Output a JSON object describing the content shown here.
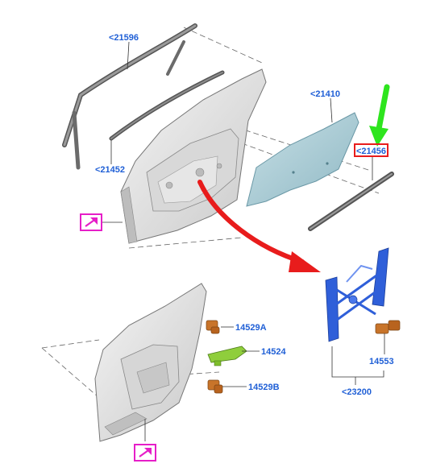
{
  "parts": [
    {
      "id": "glass-run-upper",
      "label": "<21596"
    },
    {
      "id": "glass-run-lower",
      "label": "<21452"
    },
    {
      "id": "door-glass",
      "label": "<21410"
    },
    {
      "id": "belt-weatherstrip",
      "label": "<21456"
    },
    {
      "id": "clip-a",
      "label": "14529A"
    },
    {
      "id": "bracket",
      "label": "14524"
    },
    {
      "id": "clip-b",
      "label": "14529B"
    },
    {
      "id": "regulator-motor",
      "label": "14553"
    },
    {
      "id": "window-regulator",
      "label": "<23200"
    }
  ],
  "icons": [
    "pointer-icon",
    "pointer-icon"
  ],
  "colors": {
    "label": "#1f5fd6",
    "icon": "#e61ec8",
    "regulator": "#2f5fd9",
    "highlight_arrow": "#e81c1c",
    "indicator_arrow": "#2ee51e",
    "clip": "#c8742a",
    "bracket": "#8fce3c",
    "glass": "#a9cdd6"
  }
}
